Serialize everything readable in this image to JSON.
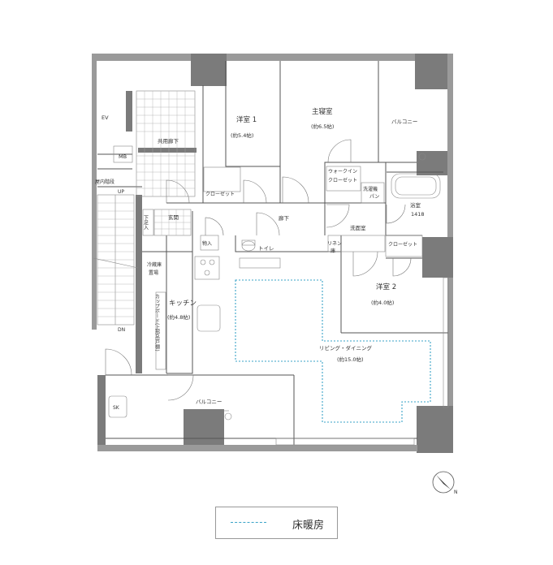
{
  "rooms": {
    "western1_name": "洋室 1",
    "western1_size": "(約5.4帖)",
    "master_name": "主寝室",
    "master_size": "(約6.5帖)",
    "balcony_top": "バルコニー",
    "ev": "EV",
    "mb": "MB",
    "common_corridor": "共用廊下",
    "stairs": "屋内階段",
    "up": "UP",
    "dn": "DN",
    "entrance": "玄関",
    "shoe_box": "下足入",
    "closet1": "クローゼット",
    "walkin": "ウォークイン",
    "walkin2": "クローゼット",
    "laundry": "洗濯機",
    "laundry2": "パン",
    "bath_name": "浴室",
    "bath_size": "1418",
    "hall": "廊下",
    "washroom": "洗面室",
    "storage": "物入",
    "toilet": "トイレ",
    "linen": "リネン",
    "linen2": "庫",
    "closet2": "クローゼット",
    "fridge": "冷蔵庫",
    "fridge2": "置場",
    "kitchen_name": "キッチン",
    "kitchen_size": "(約4.8帖)",
    "cupboard": "カップボード(上部吊戸棚)",
    "western2_name": "洋室 2",
    "western2_size": "(約4.0帖)",
    "living_name": "リビング・ダイニング",
    "living_size": "(約15.0帖)",
    "sk": "SK",
    "balcony_bottom": "バルコニー"
  },
  "compass": {
    "north": "N"
  },
  "legend": {
    "floor_heating": "床暖房"
  },
  "colors": {
    "wall": "#7b7b7b",
    "floor_heating": "#3aa3c7"
  }
}
